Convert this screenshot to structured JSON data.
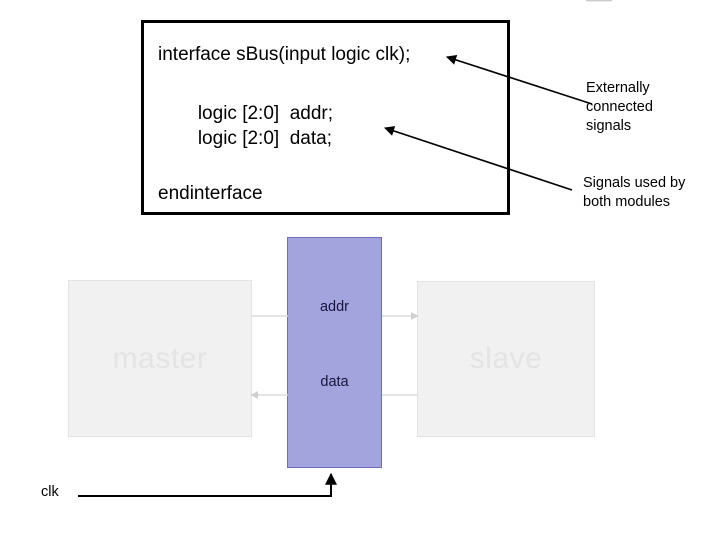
{
  "diagram": {
    "title_text": "",
    "code_block": {
      "lines": [
        "interface sBus(input logic clk);",
        "   logic [2:0]  addr;",
        "   logic [2:0]  data;",
        "endinterface"
      ]
    },
    "annotations": [
      {
        "id": "externally-connected",
        "text": "Externally\nconnected\nsignals"
      },
      {
        "id": "shared-signals",
        "text": "Signals used by\nboth modules"
      }
    ],
    "modules": [
      {
        "id": "master",
        "label": "master"
      },
      {
        "id": "slave",
        "label": "slave"
      }
    ],
    "interface_block": {
      "signals": [
        {
          "id": "addr",
          "label": "addr"
        },
        {
          "id": "data",
          "label": "data"
        }
      ]
    },
    "clock": {
      "label": "clk"
    },
    "colors": {
      "interface_fill": "#a3a3de",
      "interface_border": "#6d6db8",
      "module_fill": "#f1f1f1",
      "module_border": "#e3e3e3",
      "module_text": "#e4e4e4",
      "code_border": "#000000",
      "text": "#000000",
      "signal_text": "#16163c",
      "connector": "#d9d9d9"
    }
  }
}
